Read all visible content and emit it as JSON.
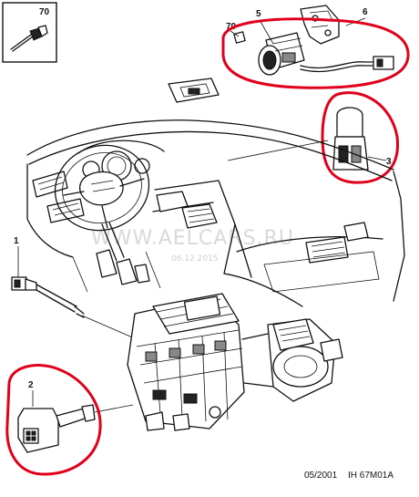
{
  "labels": {
    "fastener_box": "70",
    "fastener_assembly": "70",
    "motor_assembly": "5",
    "bracket": "6",
    "switch": "3",
    "sensor_1": "1",
    "sensor_2": "2"
  },
  "watermark": {
    "text": "WWW.AELCARS.RU",
    "date": "06.12.2015"
  },
  "footer": {
    "date": "05/2001",
    "reference": "IH 67M01A"
  },
  "colors": {
    "highlight": "#e0001b",
    "line": "#111111"
  }
}
